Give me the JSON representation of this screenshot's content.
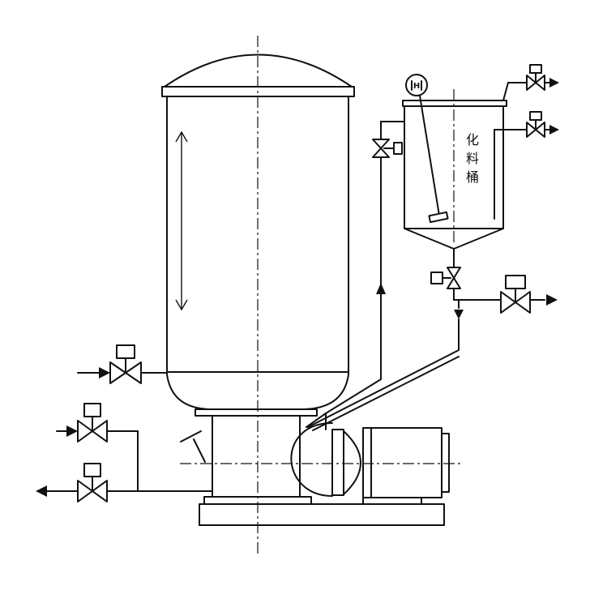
{
  "labels": {
    "mixing_tank": [
      "化",
      "料",
      "桶"
    ],
    "agitator_motor": "H"
  }
}
